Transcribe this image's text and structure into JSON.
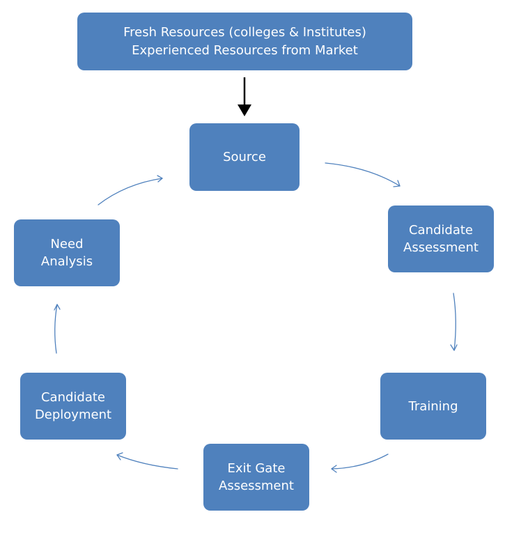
{
  "diagram": {
    "colors": {
      "box_fill": "#4f81bd",
      "box_text": "#ffffff",
      "cycle_arrow": "#4f81bd",
      "input_arrow": "#000000"
    },
    "input_node": {
      "lines": [
        "Fresh Resources (colleges & Institutes)",
        "Experienced Resources from Market"
      ]
    },
    "cycle_nodes": [
      {
        "id": "source",
        "lines": [
          "Source"
        ]
      },
      {
        "id": "candidate-assessment",
        "lines": [
          "Candidate",
          "Assessment"
        ]
      },
      {
        "id": "training",
        "lines": [
          "Training"
        ]
      },
      {
        "id": "exit-gate-assessment",
        "lines": [
          "Exit Gate",
          "Assessment"
        ]
      },
      {
        "id": "candidate-deployment",
        "lines": [
          "Candidate",
          "Deployment"
        ]
      },
      {
        "id": "need-analysis",
        "lines": [
          "Need",
          "Analysis"
        ]
      }
    ],
    "edges": [
      {
        "from": "input",
        "to": "source",
        "style": "bold-black"
      },
      {
        "from": "source",
        "to": "candidate-assessment",
        "style": "thin-blue"
      },
      {
        "from": "candidate-assessment",
        "to": "training",
        "style": "thin-blue"
      },
      {
        "from": "training",
        "to": "exit-gate-assessment",
        "style": "thin-blue"
      },
      {
        "from": "exit-gate-assessment",
        "to": "candidate-deployment",
        "style": "thin-blue"
      },
      {
        "from": "candidate-deployment",
        "to": "need-analysis",
        "style": "thin-blue"
      },
      {
        "from": "need-analysis",
        "to": "source",
        "style": "thin-blue"
      }
    ]
  }
}
